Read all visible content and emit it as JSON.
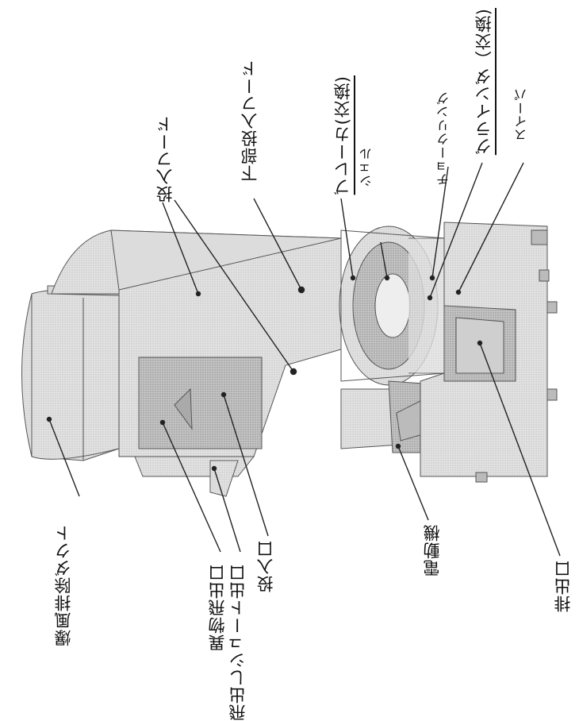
{
  "labels": {
    "explosion_duct": "爆風排除ダクト",
    "foreign_outlet": "異物飛出口",
    "chute_outlet": "飛出しシュート出口",
    "inlet": "投入口",
    "motor": "電動機",
    "discharge": "排出口",
    "input_hood": "投入フード",
    "lower_input_hood": "下部投入フード",
    "breaker": "ブレーカ(交換)",
    "shell": "シェル",
    "choke_ring": "チョークリング",
    "grinding": "グラインダ（交換)",
    "sweeper": "スイーパ"
  }
}
